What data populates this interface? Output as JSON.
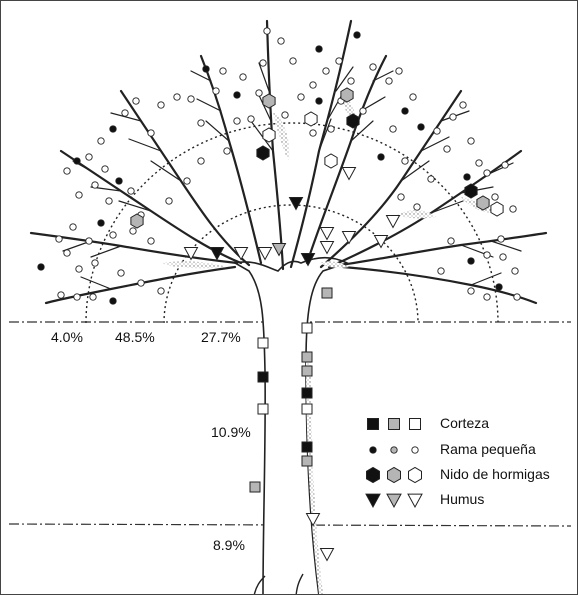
{
  "percentages": {
    "outer_zone": "4.0%",
    "middle_zone": "48.5%",
    "inner_zone": "27.7%",
    "trunk": "10.9%",
    "base": "8.9%"
  },
  "legend": [
    {
      "label": "Corteza",
      "symbol": "square"
    },
    {
      "label": "Rama pequeña",
      "symbol": "dot"
    },
    {
      "label": "Nido de hormigas",
      "symbol": "hexagon"
    },
    {
      "label": "Humus",
      "symbol": "triangle"
    }
  ],
  "symbol_fills": {
    "dark": "#111111",
    "grey": "#b5b5b5",
    "open": "#ffffff"
  }
}
